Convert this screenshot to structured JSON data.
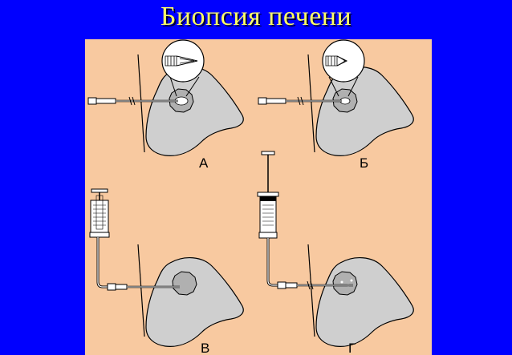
{
  "slide": {
    "title": "Биопсия печени",
    "colors": {
      "background": "#0000ff",
      "title": "#ffff66",
      "panel": "#f8c9a0",
      "liver": "#cfcfcf",
      "tumor": "#b0b0b0"
    }
  },
  "panels": [
    {
      "label": "А",
      "icons": [
        "liver-icon",
        "needle-icon",
        "needle-tip-magnifier-icon"
      ]
    },
    {
      "label": "Б",
      "icons": [
        "liver-icon",
        "needle-icon",
        "needle-tip-magnifier-icon"
      ]
    },
    {
      "label": "В",
      "icons": [
        "liver-icon",
        "needle-icon",
        "syringe-icon"
      ]
    },
    {
      "label": "Г",
      "icons": [
        "liver-icon",
        "needle-icon",
        "syringe-icon"
      ]
    }
  ]
}
